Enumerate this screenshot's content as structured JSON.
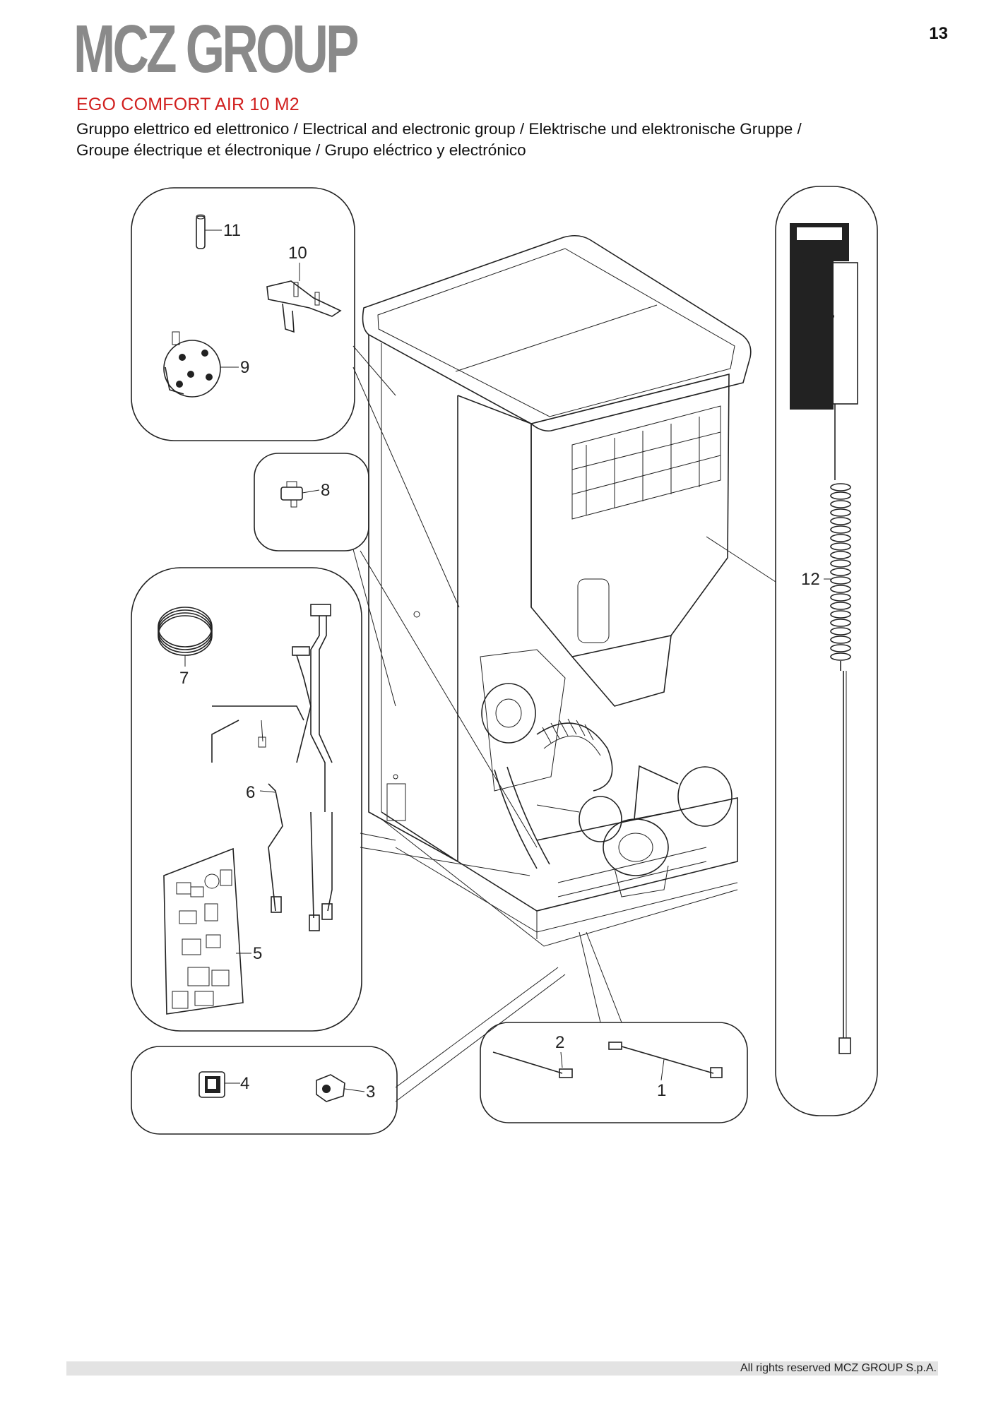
{
  "header": {
    "logo_text": "MCZ GROUP",
    "page_number": "13",
    "model": "EGO COMFORT AIR 10 M2",
    "subtitle_line1": "Gruppo elettrico ed elettronico / Electrical and electronic group / Elektrische und elektronische Gruppe /",
    "subtitle_line2": "Groupe électrique et électronique / Grupo eléctrico y electrónico"
  },
  "colors": {
    "title_red": "#d1201f",
    "logo_gray": "#8a8a8a",
    "footer_bar": "#e3e3e3"
  },
  "callouts": {
    "c1": "1",
    "c2": "2",
    "c3": "3",
    "c4": "4",
    "c5": "5",
    "c6": "6",
    "c7": "7",
    "c8": "8",
    "c9": "9",
    "c10": "10",
    "c11": "11",
    "c12": "12"
  },
  "footer": {
    "rights": "All rights reserved MCZ GROUP S.p.A."
  }
}
